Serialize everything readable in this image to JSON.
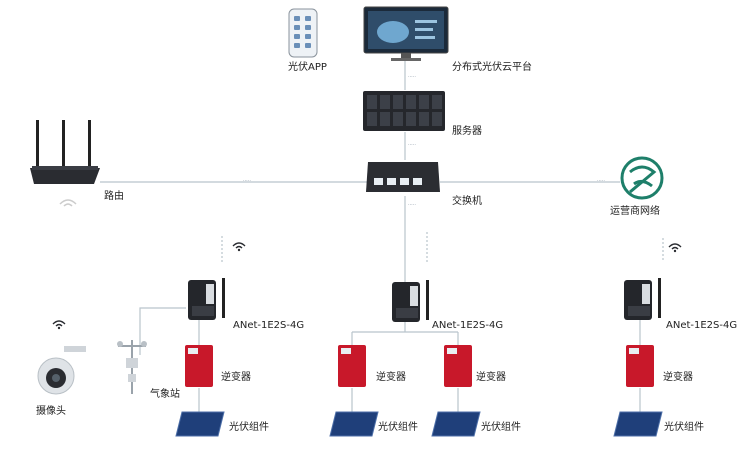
{
  "labels": {
    "app": "光伏APP",
    "cloud": "分布式光伏云平台",
    "server": "服务器",
    "router": "路由",
    "switch": "交换机",
    "carrier": "运营商网络",
    "camera": "摄像头",
    "weather": "气象站",
    "gateway_left": "ANet-1E2S-4G",
    "gateway_mid": "ANet-1E2S-4G",
    "gateway_right": "ANet-1E2S-4G",
    "inverter_left": "逆变器",
    "inverter_mid_a": "逆变器",
    "inverter_mid_b": "逆变器",
    "inverter_right": "逆变器",
    "panel_left": "光伏组件",
    "panel_mid_a": "光伏组件",
    "panel_mid_b": "光伏组件",
    "panel_right": "光伏组件"
  },
  "colors": {
    "line": "#b9c4cc",
    "inverter": "#c8182a",
    "panel": "#1f3f7a",
    "device_dark": "#24262b"
  }
}
